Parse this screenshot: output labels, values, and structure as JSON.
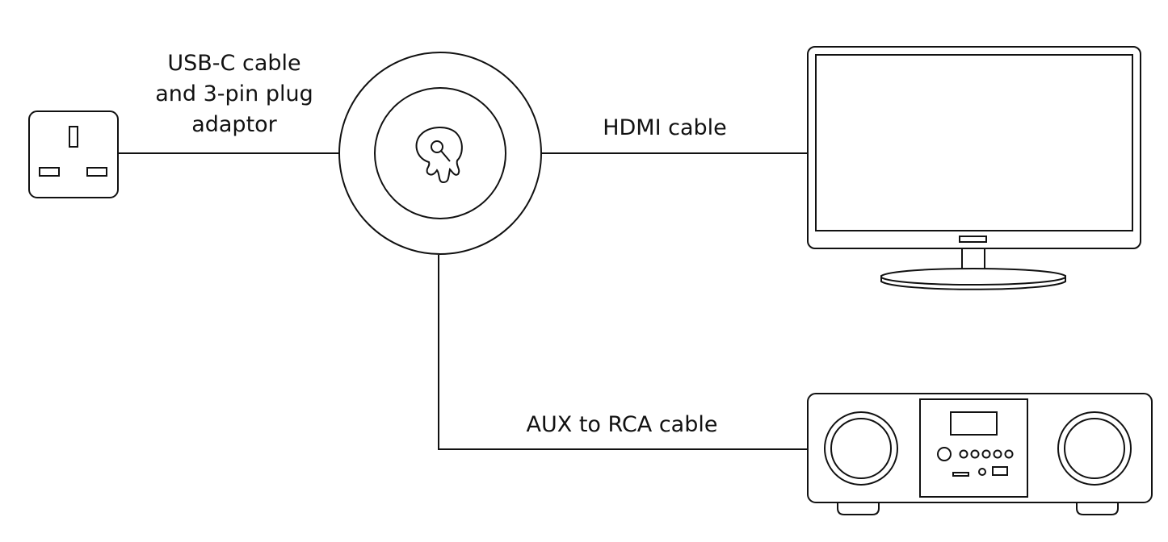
{
  "labels": {
    "usb_cable": [
      "USB-C cable",
      "and 3-pin plug",
      "adaptor"
    ],
    "hdmi_cable": "HDMI cable",
    "aux_cable": "AUX to RCA cable"
  },
  "icons": {
    "wall_socket": "uk-wall-socket-icon",
    "hub": "streaming-hub-device-icon",
    "hub_logo": "paint-drip-logo-icon",
    "tv": "tv-monitor-icon",
    "stereo": "stereo-system-icon"
  },
  "colors": {
    "line": "#111111",
    "background": "#ffffff"
  }
}
